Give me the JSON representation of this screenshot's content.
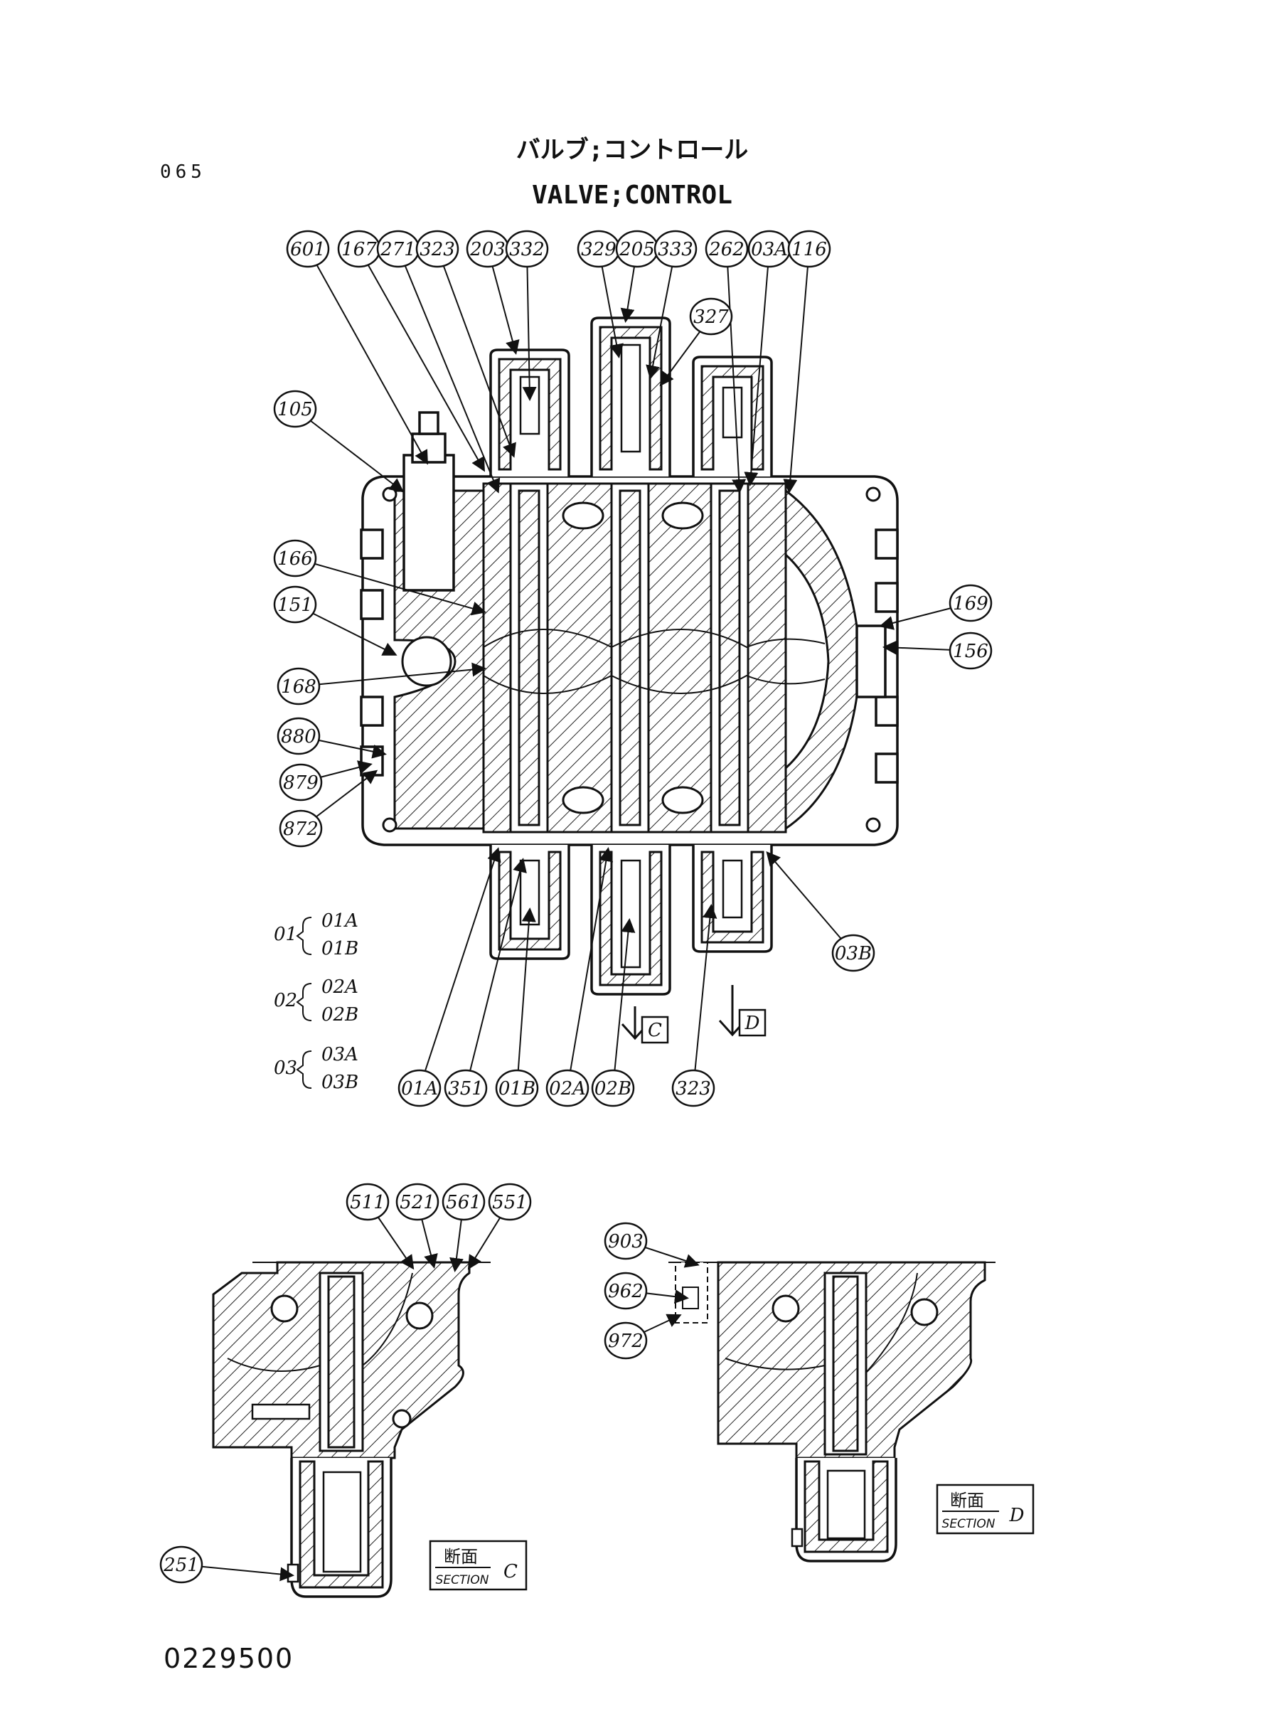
{
  "header": {
    "page_number": "065",
    "title_jp": "バルブ;コントロール",
    "title_en": "VALVE;CONTROL"
  },
  "drawing_number": "0229500",
  "balloons_main": [
    "601",
    "167",
    "271",
    "323",
    "203",
    "332",
    "329",
    "205",
    "333",
    "262",
    "03A",
    "116",
    "327",
    "105",
    "166",
    "151",
    "168",
    "880",
    "879",
    "872",
    "169",
    "156",
    "03B",
    "01A",
    "351",
    "01B",
    "02A",
    "02B",
    "323"
  ],
  "balloons_section_c": [
    "511",
    "521",
    "561",
    "551",
    "251"
  ],
  "balloons_section_d": [
    "903",
    "962",
    "972"
  ],
  "groups": [
    {
      "code": "01",
      "parts": [
        "01A",
        "01B"
      ]
    },
    {
      "code": "02",
      "parts": [
        "02A",
        "02B"
      ]
    },
    {
      "code": "03",
      "parts": [
        "03A",
        "03B"
      ]
    }
  ],
  "view_arrows": [
    "C",
    "D"
  ],
  "sections": [
    {
      "kanji": "断面",
      "label": "SECTION",
      "letter": "C"
    },
    {
      "kanji": "断面",
      "label": "SECTION",
      "letter": "D"
    }
  ]
}
